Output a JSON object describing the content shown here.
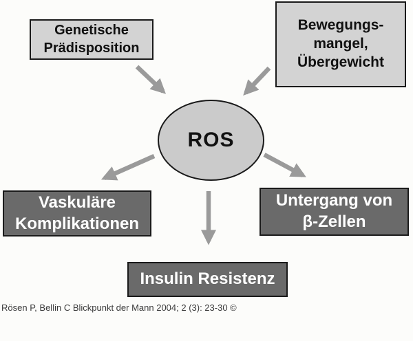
{
  "diagram": {
    "title": "ROS pathway diagram",
    "nodes": {
      "genetic": {
        "label": "Genetische\nPrädisposition"
      },
      "inactivity": {
        "label": "Bewegungs-\nmangel,\nÜbergewicht"
      },
      "ros": {
        "label": "ROS"
      },
      "vascular": {
        "label": "Vaskuläre\nKomplikationen"
      },
      "beta": {
        "label": "Untergang von\nβ-Zellen"
      },
      "insulin": {
        "label": "Insulin Resistenz"
      }
    },
    "edges": [
      {
        "from": "genetic",
        "to": "ros"
      },
      {
        "from": "inactivity",
        "to": "ros"
      },
      {
        "from": "ros",
        "to": "vascular"
      },
      {
        "from": "ros",
        "to": "beta"
      },
      {
        "from": "ros",
        "to": "insulin"
      }
    ]
  },
  "citation": "Rösen P, Bellin C Blickpunkt der Mann 2004; 2 (3): 23-30 ©",
  "colors": {
    "background": "#fcfcfa",
    "light_box": "#d3d3d3",
    "dark_box": "#6a6a6a",
    "ellipse": "#cbcbcb",
    "box_border": "#1a1a1a",
    "arrow": "#9a9a9a"
  }
}
